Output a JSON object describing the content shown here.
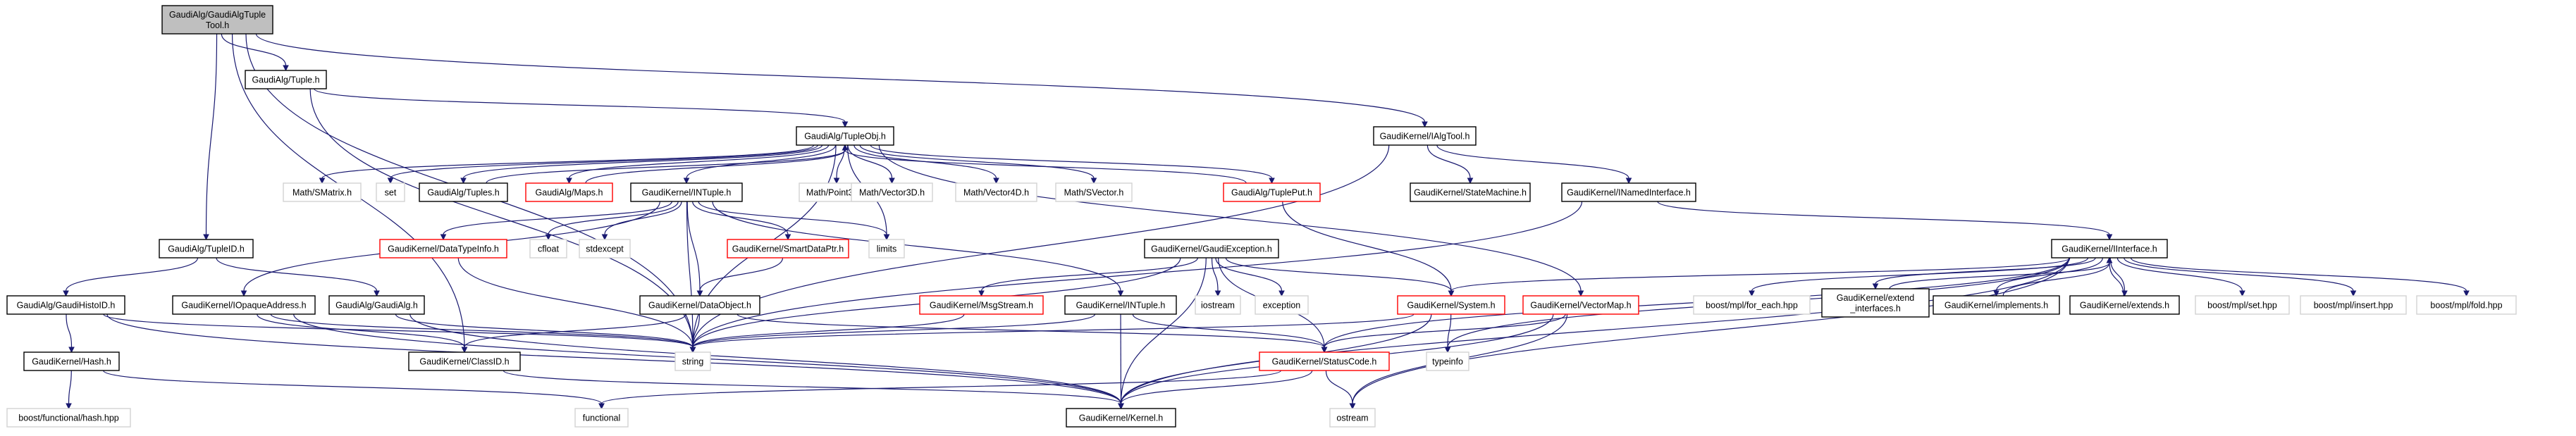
{
  "colors": {
    "edge": "#191970",
    "root_fill": "#bfbfbf",
    "node_border": "#000000",
    "missing_border": "#ff0000",
    "external_border": "#d3d3d3",
    "text": "#000000"
  },
  "nodes": [
    {
      "id": "root",
      "lines": [
        "GaudiAlg/GaudiAlgTuple",
        "Tool.h"
      ],
      "kind": "root"
    },
    {
      "id": "tuple_h",
      "lines": [
        "GaudiAlg/Tuple.h"
      ],
      "kind": "normal"
    },
    {
      "id": "ialgtool",
      "lines": [
        "GaudiKernel/IAlgTool.h"
      ],
      "kind": "normal"
    },
    {
      "id": "tupleobj",
      "lines": [
        "GaudiAlg/TupleObj.h"
      ],
      "kind": "normal"
    },
    {
      "id": "smatrix",
      "lines": [
        "Math/SMatrix.h"
      ],
      "kind": "external"
    },
    {
      "id": "set",
      "lines": [
        "set"
      ],
      "kind": "external"
    },
    {
      "id": "tuples",
      "lines": [
        "GaudiAlg/Tuples.h"
      ],
      "kind": "normal"
    },
    {
      "id": "maps",
      "lines": [
        "GaudiAlg/Maps.h"
      ],
      "kind": "missing"
    },
    {
      "id": "intuple_h",
      "lines": [
        "GaudiKernel/INTuple.h"
      ],
      "kind": "normal"
    },
    {
      "id": "point3d",
      "lines": [
        "Math/Point3D.h"
      ],
      "kind": "external"
    },
    {
      "id": "vector3d",
      "lines": [
        "Math/Vector3D.h"
      ],
      "kind": "external"
    },
    {
      "id": "vector4d",
      "lines": [
        "Math/Vector4D.h"
      ],
      "kind": "external"
    },
    {
      "id": "svector",
      "lines": [
        "Math/SVector.h"
      ],
      "kind": "external"
    },
    {
      "id": "tupleput",
      "lines": [
        "GaudiAlg/TuplePut.h"
      ],
      "kind": "missing"
    },
    {
      "id": "statemachine",
      "lines": [
        "GaudiKernel/StateMachine.h"
      ],
      "kind": "normal"
    },
    {
      "id": "inamedinterface",
      "lines": [
        "GaudiKernel/INamedInterface.h"
      ],
      "kind": "normal"
    },
    {
      "id": "tupleid",
      "lines": [
        "GaudiAlg/TupleID.h"
      ],
      "kind": "normal"
    },
    {
      "id": "datatypeinfo",
      "lines": [
        "GaudiKernel/DataTypeInfo.h"
      ],
      "kind": "missing"
    },
    {
      "id": "cfloat",
      "lines": [
        "cfloat"
      ],
      "kind": "external"
    },
    {
      "id": "stdexcept",
      "lines": [
        "stdexcept"
      ],
      "kind": "external"
    },
    {
      "id": "smartdataptr",
      "lines": [
        "GaudiKernel/SmartDataPtr.h"
      ],
      "kind": "missing"
    },
    {
      "id": "limits",
      "lines": [
        "limits"
      ],
      "kind": "external"
    },
    {
      "id": "gaudiexception",
      "lines": [
        "GaudiKernel/GaudiException.h"
      ],
      "kind": "normal"
    },
    {
      "id": "iinterface",
      "lines": [
        "GaudiKernel/IInterface.h"
      ],
      "kind": "normal"
    },
    {
      "id": "gaudihistoid",
      "lines": [
        "GaudiAlg/GaudiHistoID.h"
      ],
      "kind": "normal"
    },
    {
      "id": "iopaqueaddress",
      "lines": [
        "GaudiKernel/IOpaqueAddress.h"
      ],
      "kind": "normal"
    },
    {
      "id": "gaudialg",
      "lines": [
        "GaudiAlg/GaudiAlg.h"
      ],
      "kind": "normal"
    },
    {
      "id": "dataobject",
      "lines": [
        "GaudiKernel/DataObject.h"
      ],
      "kind": "normal"
    },
    {
      "id": "msgstream",
      "lines": [
        "GaudiKernel/MsgStream.h"
      ],
      "kind": "missing"
    },
    {
      "id": "intuple_lower",
      "lines": [
        "GaudiKernel/INTuple.h"
      ],
      "kind": "normal"
    },
    {
      "id": "iostream",
      "lines": [
        "iostream"
      ],
      "kind": "external"
    },
    {
      "id": "exception",
      "lines": [
        "exception"
      ],
      "kind": "external"
    },
    {
      "id": "system",
      "lines": [
        "GaudiKernel/System.h"
      ],
      "kind": "missing"
    },
    {
      "id": "vectormap",
      "lines": [
        "GaudiKernel/VectorMap.h"
      ],
      "kind": "missing"
    },
    {
      "id": "mpl_for_each",
      "lines": [
        "boost/mpl/for_each.hpp"
      ],
      "kind": "external"
    },
    {
      "id": "extend_interfaces",
      "lines": [
        "GaudiKernel/extend",
        "_interfaces.h"
      ],
      "kind": "normal"
    },
    {
      "id": "implements",
      "lines": [
        "GaudiKernel/implements.h"
      ],
      "kind": "normal"
    },
    {
      "id": "extends",
      "lines": [
        "GaudiKernel/extends.h"
      ],
      "kind": "normal"
    },
    {
      "id": "mpl_set",
      "lines": [
        "boost/mpl/set.hpp"
      ],
      "kind": "external"
    },
    {
      "id": "mpl_insert",
      "lines": [
        "boost/mpl/insert.hpp"
      ],
      "kind": "external"
    },
    {
      "id": "mpl_fold",
      "lines": [
        "boost/mpl/fold.hpp"
      ],
      "kind": "external"
    },
    {
      "id": "hash_h",
      "lines": [
        "GaudiKernel/Hash.h"
      ],
      "kind": "normal"
    },
    {
      "id": "string",
      "lines": [
        "string"
      ],
      "kind": "external"
    },
    {
      "id": "classid",
      "lines": [
        "GaudiKernel/ClassID.h"
      ],
      "kind": "normal"
    },
    {
      "id": "statuscode",
      "lines": [
        "GaudiKernel/StatusCode.h"
      ],
      "kind": "missing"
    },
    {
      "id": "typeinfo",
      "lines": [
        "typeinfo"
      ],
      "kind": "external"
    },
    {
      "id": "functional_hash",
      "lines": [
        "boost/functional/hash.hpp"
      ],
      "kind": "external"
    },
    {
      "id": "functional",
      "lines": [
        "functional"
      ],
      "kind": "external"
    },
    {
      "id": "kernel",
      "lines": [
        "GaudiKernel/Kernel.h"
      ],
      "kind": "normal"
    },
    {
      "id": "ostream",
      "lines": [
        "ostream"
      ],
      "kind": "external"
    }
  ],
  "edges": [
    [
      "root",
      "tuple_h"
    ],
    [
      "root",
      "ialgtool"
    ],
    [
      "root",
      "tupleid"
    ],
    [
      "root",
      "string"
    ],
    [
      "root",
      "classid"
    ],
    [
      "tuple_h",
      "tupleobj"
    ],
    [
      "tuple_h",
      "string"
    ],
    [
      "ialgtool",
      "statemachine"
    ],
    [
      "ialgtool",
      "inamedinterface"
    ],
    [
      "ialgtool",
      "string"
    ],
    [
      "tupleobj",
      "smatrix"
    ],
    [
      "tupleobj",
      "set"
    ],
    [
      "tupleobj",
      "tuples"
    ],
    [
      "tupleobj",
      "maps"
    ],
    [
      "tupleobj",
      "intuple_h"
    ],
    [
      "tupleobj",
      "point3d"
    ],
    [
      "tupleobj",
      "vector3d"
    ],
    [
      "tupleobj",
      "vector4d"
    ],
    [
      "tupleobj",
      "svector"
    ],
    [
      "tupleobj",
      "tupleput"
    ],
    [
      "tupleobj",
      "vectormap"
    ],
    [
      "tupleobj",
      "limits"
    ],
    [
      "tupleobj",
      "string"
    ],
    [
      "tuples",
      "tupleobj"
    ],
    [
      "maps",
      "tupleobj"
    ],
    [
      "tupleput",
      "tupleobj"
    ],
    [
      "tupleput",
      "system"
    ],
    [
      "intuple_h",
      "datatypeinfo"
    ],
    [
      "intuple_h",
      "cfloat"
    ],
    [
      "intuple_h",
      "stdexcept"
    ],
    [
      "intuple_h",
      "smartdataptr"
    ],
    [
      "intuple_h",
      "limits"
    ],
    [
      "intuple_h",
      "iopaqueaddress"
    ],
    [
      "intuple_h",
      "dataobject"
    ],
    [
      "intuple_h",
      "intuple_lower"
    ],
    [
      "intuple_h",
      "string"
    ],
    [
      "inamedinterface",
      "iinterface"
    ],
    [
      "inamedinterface",
      "string"
    ],
    [
      "tupleid",
      "gaudihistoid"
    ],
    [
      "tupleid",
      "gaudialg"
    ],
    [
      "datatypeinfo",
      "string"
    ],
    [
      "smartdataptr",
      "dataobject"
    ],
    [
      "gaudiexception",
      "msgstream"
    ],
    [
      "gaudiexception",
      "iostream"
    ],
    [
      "gaudiexception",
      "exception"
    ],
    [
      "gaudiexception",
      "system"
    ],
    [
      "gaudiexception",
      "statuscode"
    ],
    [
      "gaudiexception",
      "kernel"
    ],
    [
      "gaudiexception",
      "string"
    ],
    [
      "iinterface",
      "system"
    ],
    [
      "iinterface",
      "mpl_for_each"
    ],
    [
      "iinterface",
      "extend_interfaces"
    ],
    [
      "iinterface",
      "implements"
    ],
    [
      "iinterface",
      "extends"
    ],
    [
      "iinterface",
      "mpl_set"
    ],
    [
      "iinterface",
      "mpl_insert"
    ],
    [
      "iinterface",
      "mpl_fold"
    ],
    [
      "iinterface",
      "statuscode"
    ],
    [
      "iinterface",
      "kernel"
    ],
    [
      "iinterface",
      "typeinfo"
    ],
    [
      "iinterface",
      "ostream"
    ],
    [
      "extend_interfaces",
      "iinterface"
    ],
    [
      "implements",
      "iinterface"
    ],
    [
      "extends",
      "iinterface"
    ],
    [
      "gaudihistoid",
      "hash_h"
    ],
    [
      "gaudihistoid",
      "string"
    ],
    [
      "gaudihistoid",
      "kernel"
    ],
    [
      "iopaqueaddress",
      "classid"
    ],
    [
      "iopaqueaddress",
      "string"
    ],
    [
      "iopaqueaddress",
      "kernel"
    ],
    [
      "gaudialg",
      "string"
    ],
    [
      "gaudialg",
      "kernel"
    ],
    [
      "dataobject",
      "classid"
    ],
    [
      "dataobject",
      "statuscode"
    ],
    [
      "dataobject",
      "string"
    ],
    [
      "msgstream",
      "string"
    ],
    [
      "intuple_lower",
      "string"
    ],
    [
      "intuple_lower",
      "statuscode"
    ],
    [
      "intuple_lower",
      "kernel"
    ],
    [
      "system",
      "string"
    ],
    [
      "system",
      "typeinfo"
    ],
    [
      "system",
      "kernel"
    ],
    [
      "vectormap",
      "statuscode"
    ],
    [
      "vectormap",
      "kernel"
    ],
    [
      "vectormap",
      "ostream"
    ],
    [
      "hash_h",
      "functional_hash"
    ],
    [
      "hash_h",
      "functional"
    ],
    [
      "classid",
      "kernel"
    ],
    [
      "statuscode",
      "kernel"
    ],
    [
      "statuscode",
      "ostream"
    ],
    [
      "statuscode",
      "functional"
    ]
  ]
}
